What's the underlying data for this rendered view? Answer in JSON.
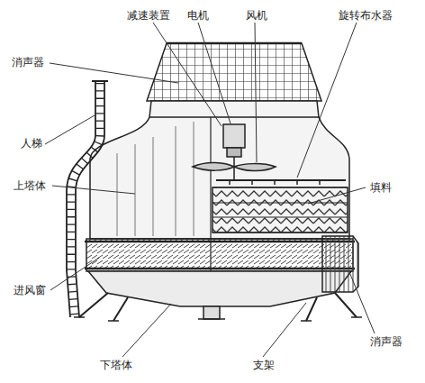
{
  "diagram": {
    "labels": [
      "减速装置",
      "电机",
      "风机",
      "旋转布水器",
      "消声器",
      "人梯",
      "上塔体",
      "填料",
      "进风窗",
      "下塔体",
      "支架",
      "消声器"
    ]
  }
}
